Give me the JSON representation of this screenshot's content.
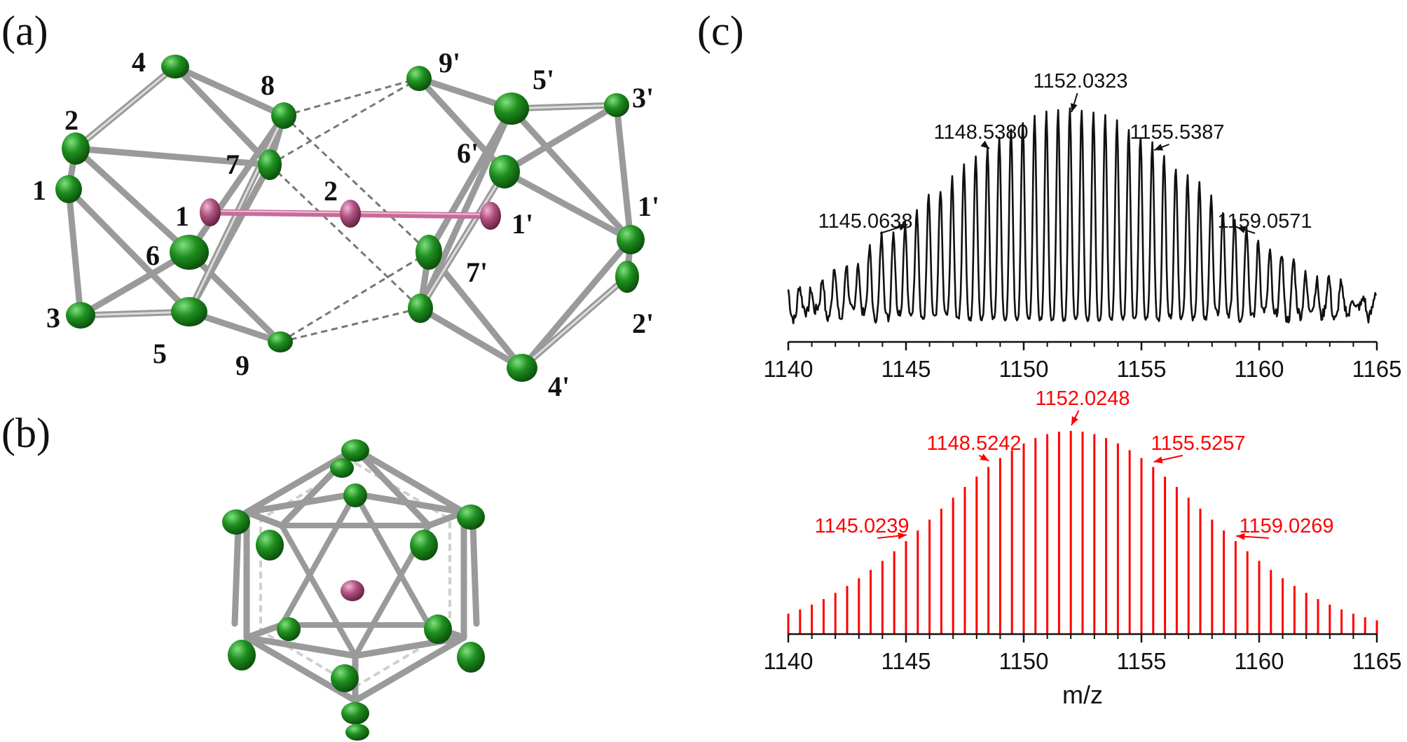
{
  "panels": {
    "a": "(a)",
    "b": "(b)",
    "c": "(c)"
  },
  "colors": {
    "boron": "#1f8f1f",
    "metal": "#b0517f",
    "metal_bond": "#c76b9a",
    "bond": "#9a9a9a",
    "experimental": "#111111",
    "simulated": "#ff0000"
  },
  "atom_labels": [
    "1",
    "2",
    "3",
    "4",
    "5",
    "6",
    "7",
    "8",
    "9",
    "1'",
    "2'",
    "3'",
    "4'",
    "5'",
    "6'",
    "7'",
    "9'"
  ],
  "metal_labels": [
    "1",
    "2",
    "1'"
  ],
  "chart_data": [
    {
      "type": "line",
      "title": "",
      "xlabel": "",
      "ylabel": "",
      "xlim": [
        1140,
        1165
      ],
      "xticks": [
        "1140",
        "1145",
        "1150",
        "1155",
        "1160",
        "1165"
      ],
      "series": [
        {
          "center": 1152.0,
          "envelope_sigma": 5.6,
          "peak_spacing": 0.5,
          "baseline_noise": 0.055
        }
      ],
      "annotations": [
        {
          "text": "1145.0638",
          "x": 1145.0638
        },
        {
          "text": "1148.5380",
          "x": 1148.538
        },
        {
          "text": "1152.0323",
          "x": 1152.0323
        },
        {
          "text": "1155.5387",
          "x": 1155.5387
        },
        {
          "text": "1159.0571",
          "x": 1159.0571
        }
      ]
    },
    {
      "type": "bar",
      "title": "",
      "xlabel": "m/z",
      "ylabel": "",
      "xlim": [
        1140,
        1165
      ],
      "xticks": [
        "1140",
        "1145",
        "1150",
        "1155",
        "1160",
        "1165"
      ],
      "series": [
        {
          "center": 1152.0,
          "envelope_sigma": 5.6,
          "peak_spacing": 0.5
        }
      ],
      "annotations": [
        {
          "text": "1145.0239",
          "x": 1145.0239
        },
        {
          "text": "1148.5242",
          "x": 1148.5242
        },
        {
          "text": "1152.0248",
          "x": 1152.0248
        },
        {
          "text": "1155.5257",
          "x": 1155.5257
        },
        {
          "text": "1159.0269",
          "x": 1159.0269
        }
      ]
    }
  ]
}
